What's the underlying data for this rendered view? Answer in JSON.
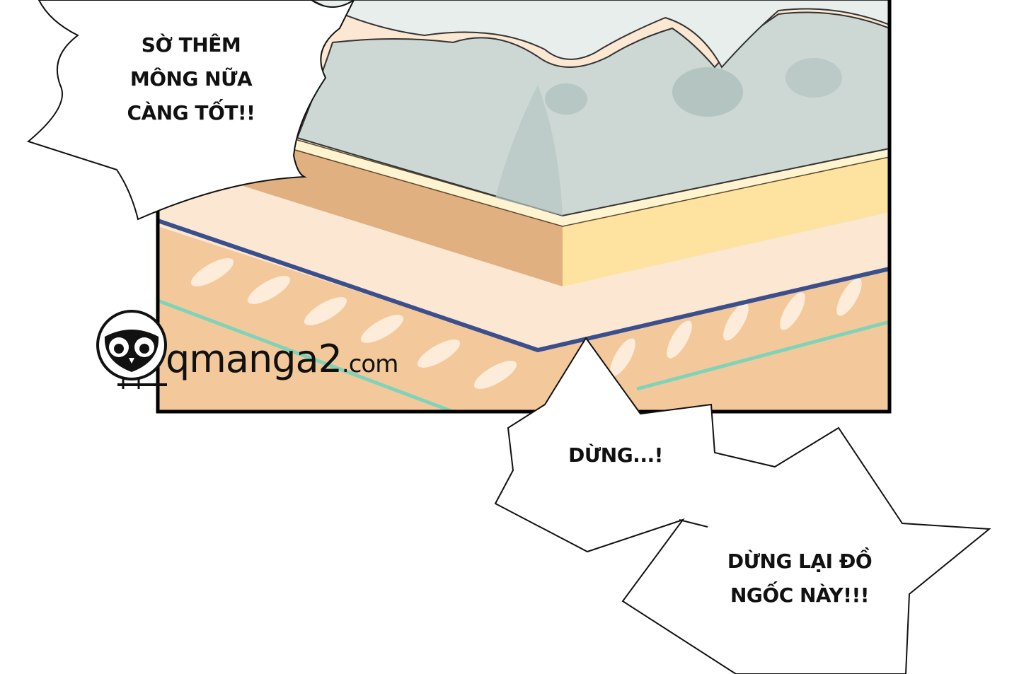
{
  "bubbles": {
    "top_left": {
      "lines": [
        "SỜ THÊM",
        "MÔNG NỮA",
        "CÀNG TỐT!!"
      ]
    },
    "middle": {
      "lines": [
        "DỪNG...!"
      ]
    },
    "bottom_right": {
      "lines": [
        "DỪNG LẠI ĐỒ",
        "NGỐC NÀY!!!"
      ]
    }
  },
  "watermark": {
    "name": "qmanga2",
    "suffix": ".com"
  },
  "colors": {
    "pillow": "#c9d4d2",
    "pillow_shadow": "#a9bcb8",
    "mattress_top": "#fde2a0",
    "mattress_side": "#e0b080",
    "blanket": "#f6d3aa",
    "blanket_light": "#fbe7d2",
    "stripe_blue": "#3b4f8c",
    "stripe_teal": "#7fd3b8",
    "panel_border": "#000000"
  }
}
